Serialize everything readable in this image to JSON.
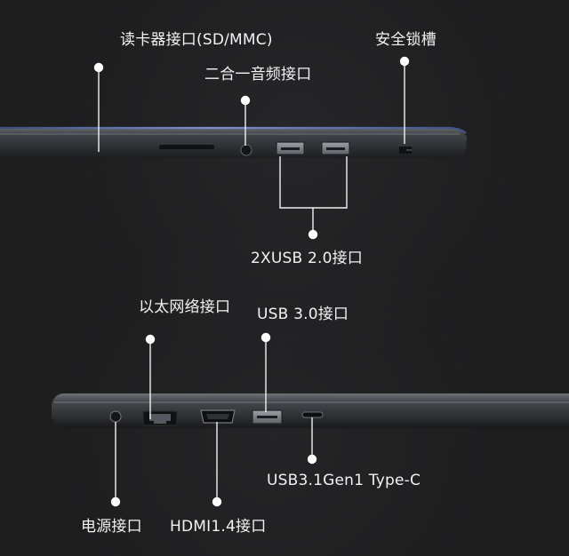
{
  "labels": {
    "card_reader": "读卡器接口(SD/MMC)",
    "audio_combo": "二合一音频接口",
    "security_slot": "安全锁槽",
    "usb2": "2XUSB 2.0接口",
    "ethernet": "以太网络接口",
    "usb3": "USB 3.0接口",
    "usb_c": "USB3.1Gen1 Type-C",
    "power": "电源接口",
    "hdmi": "HDMI1.4接口"
  },
  "colors": {
    "background": "#1e1e1f",
    "text": "#f2f2f2",
    "laptop_body": "#3d4043",
    "laptop_edge": "#5f6266",
    "port": "#111214",
    "accent_blue": "#5e7bbf"
  },
  "icons": {
    "laptop_side_top": "laptop-right-side",
    "laptop_side_bottom": "laptop-left-side"
  }
}
